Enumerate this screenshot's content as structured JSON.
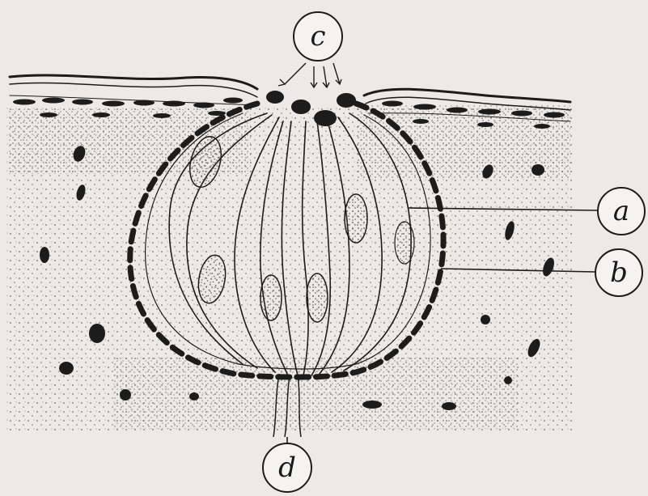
{
  "diagram": {
    "labels": {
      "a": "a",
      "b": "b",
      "c": "c",
      "d": "d"
    },
    "colors": {
      "ink": "#1c1c1c",
      "paper": "#ece9e6",
      "stipple": "#6f6d6a"
    }
  }
}
